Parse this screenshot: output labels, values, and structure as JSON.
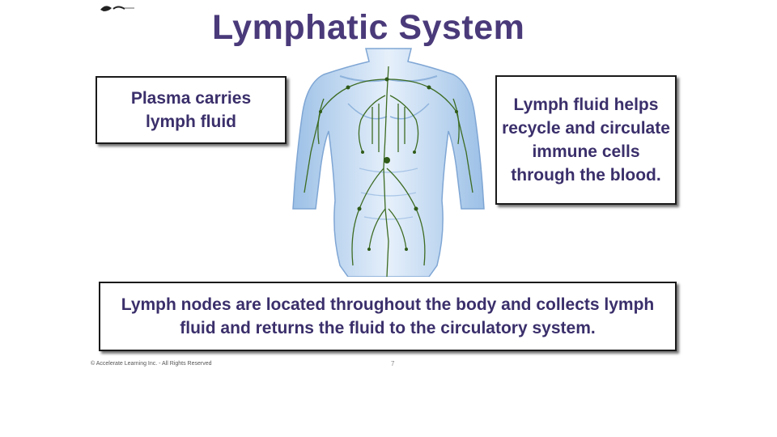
{
  "slide": {
    "title": "Lymphatic System",
    "box_left_text": "Plasma carries lymph fluid",
    "box_right_text": "Lymph fluid helps recycle and circulate immune cells through the blood.",
    "box_bottom_text": "Lymph nodes are located throughout the body and collects lymph fluid and returns the fluid to the circulatory system.",
    "footer_copyright": "© Accelerate Learning Inc. - All Rights Reserved",
    "page_number": "7"
  },
  "colors": {
    "title": "#4a3a7a",
    "body_text": "#3b2f6b",
    "body_figure": "#bcd6ef",
    "lymph_vessels": "#3d6b22"
  },
  "icons": {
    "logo": "logo-mark-icon",
    "figure": "lymphatic-body-illustration"
  }
}
